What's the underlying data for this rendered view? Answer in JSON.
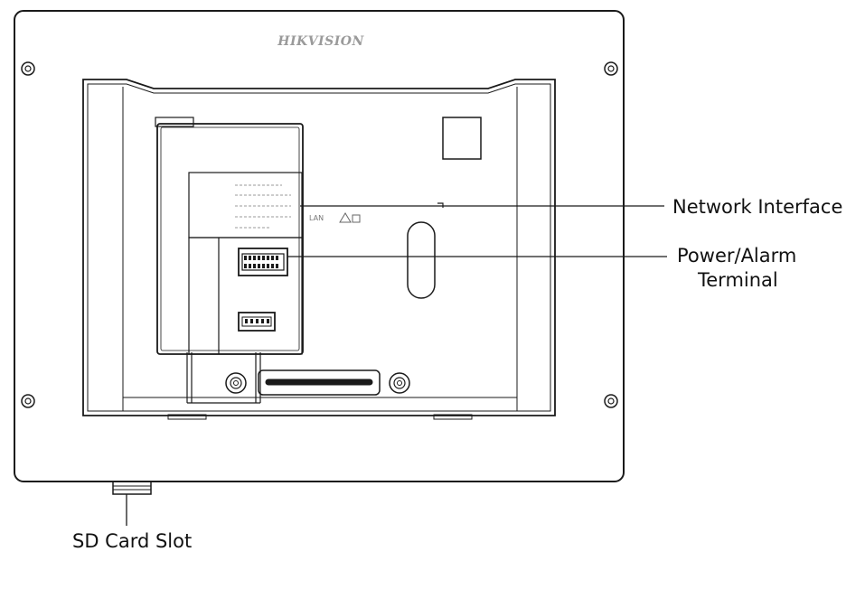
{
  "brand": "HIKVISION",
  "labels": {
    "network": "Network Interface",
    "power_line1": "Power/Alarm",
    "power_line2": "Terminal",
    "sd": "SD Card Slot"
  },
  "port_marking": "LAN",
  "colors": {
    "stroke": "#1a1a1a",
    "light_stroke": "#8a8a8a",
    "background": "#ffffff"
  }
}
